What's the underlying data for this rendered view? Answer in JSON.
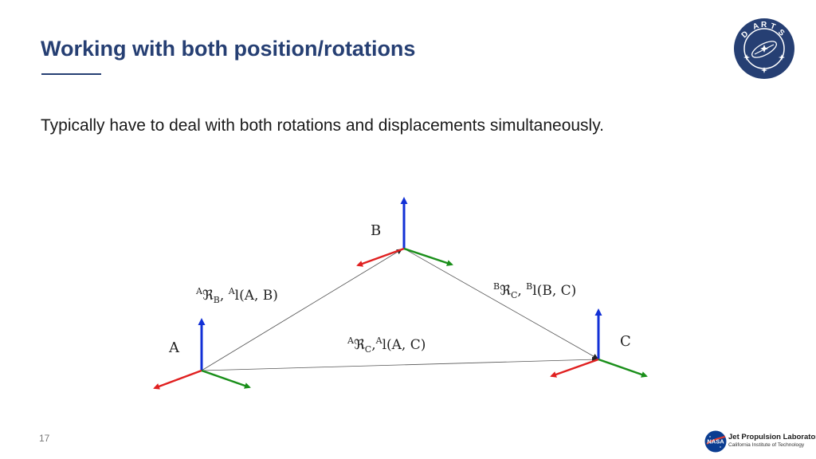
{
  "slide": {
    "title": "Working with both position/rotations",
    "body": "Typically have to deal with both rotations and displacements simultaneously.",
    "page_number": "17"
  },
  "logos": {
    "top_right": {
      "letters": [
        "D",
        "A",
        "R",
        "T",
        "S"
      ],
      "color": "#263f73"
    },
    "bottom_right": {
      "badge": "NASA",
      "name": "Jet Propulsion Laboratory",
      "subtitle": "California Institute of Technology"
    }
  },
  "colors": {
    "title": "#263f73",
    "axis_x_red": "#e02020",
    "axis_y_green": "#1a8f1a",
    "axis_z_blue": "#1230d6",
    "edge": "#555555"
  },
  "diagram": {
    "frames": [
      {
        "label": "A"
      },
      {
        "label": "B"
      },
      {
        "label": "C"
      }
    ],
    "edges": [
      {
        "from": "A",
        "to": "B",
        "sup1": "A",
        "rot": "ℜ",
        "sub": "B",
        "sup2": "A",
        "fn": "l(A, B)"
      },
      {
        "from": "B",
        "to": "C",
        "sup1": "B",
        "rot": "ℜ",
        "sub": "C",
        "sup2": "B",
        "fn": "l(B, C)"
      },
      {
        "from": "A",
        "to": "C",
        "sup1": "A",
        "rot": "ℜ",
        "sub": "C",
        "sup2": "A",
        "fn": "l(A, C)"
      }
    ]
  }
}
